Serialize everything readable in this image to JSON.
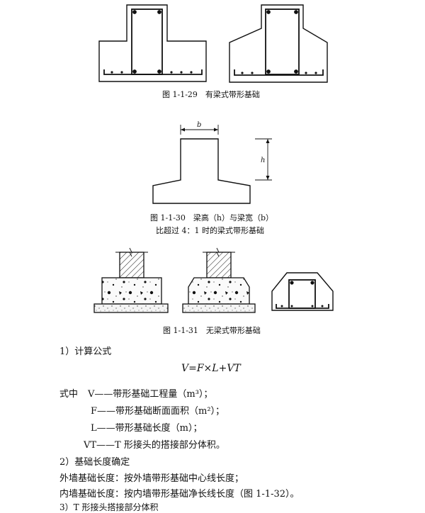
{
  "figures": {
    "fig29_caption": "图 1-1-29　有梁式带形基础",
    "fig30_caption_line1": "图 1-1-30　梁高（h）与梁宽（b）",
    "fig30_caption_line2": "比超过 4：1 时的梁式带形基础",
    "fig30_label_b": "b",
    "fig30_label_h": "h",
    "fig31_caption": "图 1-1-31　无梁式带形基础"
  },
  "text": {
    "s1_heading": "1）计算公式",
    "formula": "V=F×L+VT",
    "where_prefix": "式中",
    "def_v": "V——带形基础工程量（m³）；",
    "def_f": "F——带形基础断面面积（m²）；",
    "def_l": "L——带形基础长度（m）；",
    "def_vt": "VT——T 形接头的搭接部分体积。",
    "s2_heading": "2）基础长度确定",
    "outer_wall": "外墙基础长度：按外墙带形基础中心线长度；",
    "inner_wall": "内墙基础长度：按内墙带形基础净长线长度（图 1-1-32）。",
    "s3_heading": "3）T 形接头搭接部分体积"
  },
  "colors": {
    "ink": "#111111",
    "paper": "#ffffff",
    "stipple": "#eeeeee"
  }
}
